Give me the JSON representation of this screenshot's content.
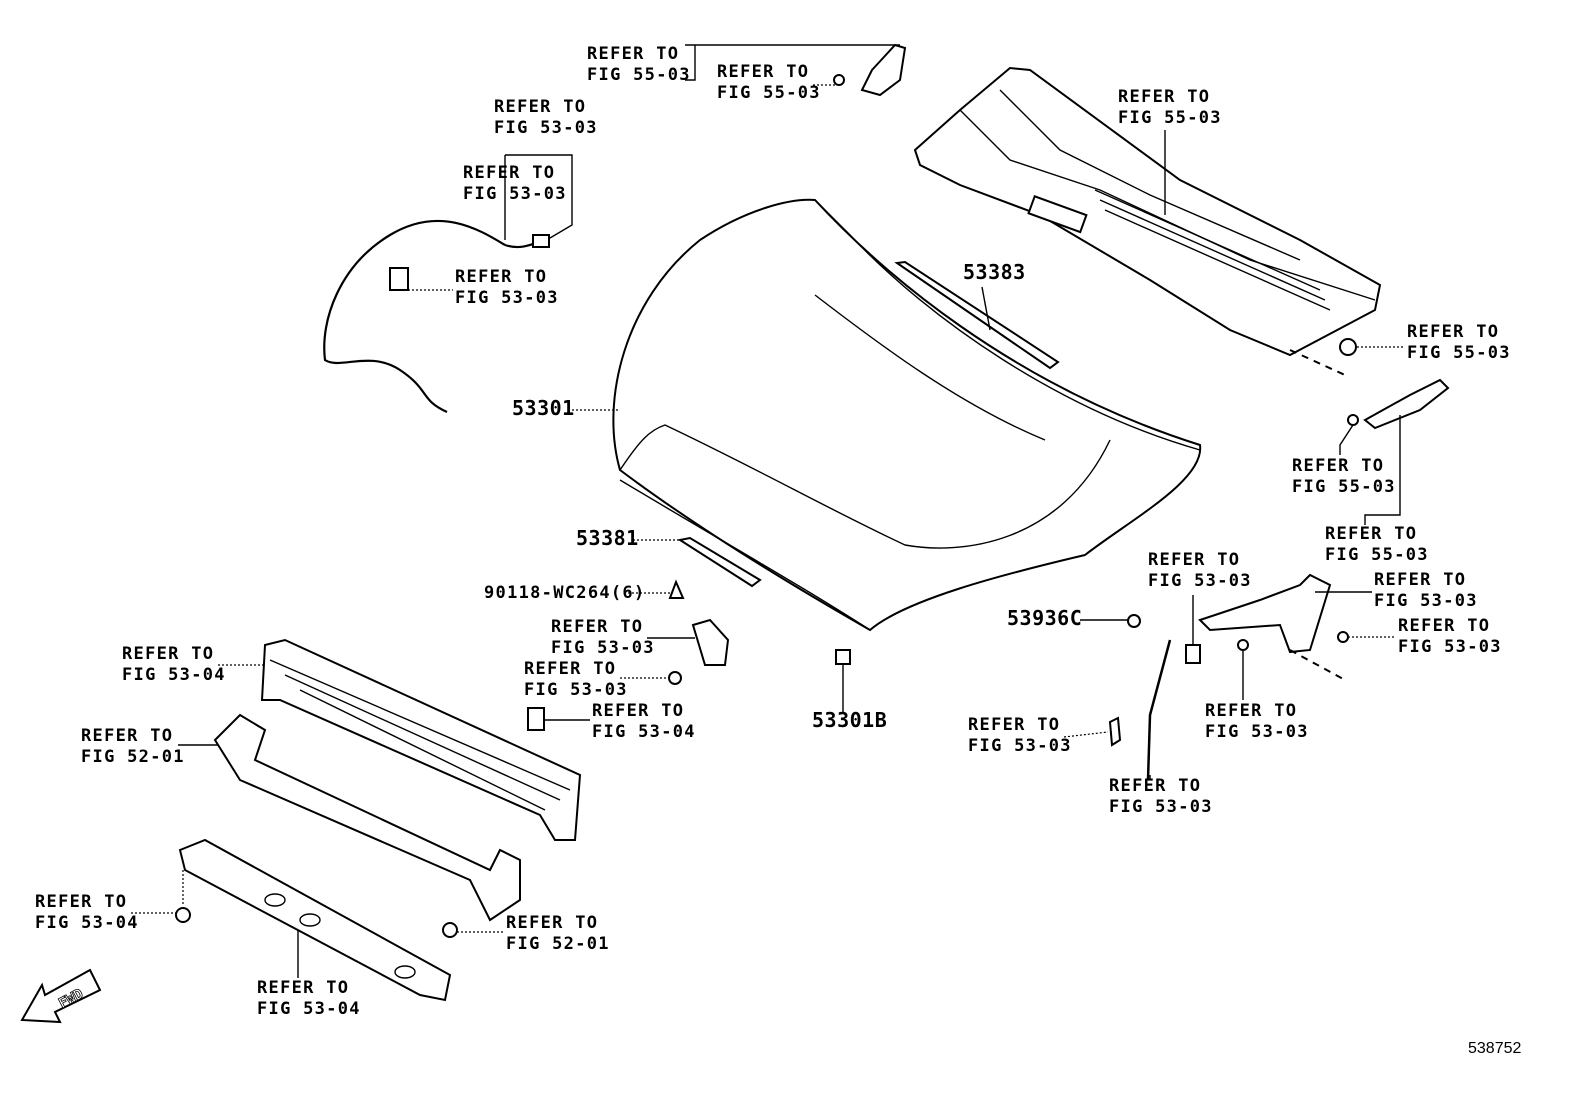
{
  "diagram": {
    "labels": [
      {
        "id": "r1",
        "lines": [
          "REFER TO",
          "FIG 55-03"
        ]
      },
      {
        "id": "r2",
        "lines": [
          "REFER TO",
          "FIG 55-03"
        ]
      },
      {
        "id": "r3",
        "lines": [
          "REFER TO",
          "FIG 53-03"
        ]
      },
      {
        "id": "r4",
        "lines": [
          "REFER TO",
          "FIG 53-03"
        ]
      },
      {
        "id": "r5",
        "lines": [
          "REFER TO",
          "FIG 53-03"
        ]
      },
      {
        "id": "r6",
        "lines": [
          "REFER TO",
          "FIG 55-03"
        ]
      },
      {
        "id": "r8",
        "lines": [
          "REFER TO",
          "FIG 55-03"
        ]
      },
      {
        "id": "r10",
        "lines": [
          "REFER TO",
          "FIG 55-03"
        ]
      },
      {
        "id": "r11",
        "lines": [
          "REFER TO",
          "FIG 55-03"
        ]
      },
      {
        "id": "r14",
        "lines": [
          "REFER TO",
          "FIG 53-03"
        ]
      },
      {
        "id": "r15",
        "lines": [
          "REFER TO",
          "FIG 53-03"
        ]
      },
      {
        "id": "r17",
        "lines": [
          "REFER TO",
          "FIG 53-03"
        ]
      },
      {
        "id": "r18",
        "lines": [
          "REFER TO",
          "FIG 53-03"
        ]
      },
      {
        "id": "r19",
        "lines": [
          "REFER TO",
          "FIG 53-04"
        ]
      },
      {
        "id": "r20",
        "lines": [
          "REFER TO",
          "FIG 53-03"
        ]
      },
      {
        "id": "r22",
        "lines": [
          "REFER TO",
          "FIG 53-04"
        ]
      },
      {
        "id": "r23",
        "lines": [
          "REFER TO",
          "FIG 52-01"
        ]
      },
      {
        "id": "r24",
        "lines": [
          "REFER TO",
          "FIG 53-03"
        ]
      },
      {
        "id": "r25",
        "lines": [
          "REFER TO",
          "FIG 53-03"
        ]
      },
      {
        "id": "r26",
        "lines": [
          "REFER TO",
          "FIG 53-03"
        ]
      },
      {
        "id": "r27",
        "lines": [
          "REFER TO",
          "FIG 53-04"
        ]
      },
      {
        "id": "r28",
        "lines": [
          "REFER TO",
          "FIG 52-01"
        ]
      },
      {
        "id": "r29",
        "lines": [
          "REFER TO",
          "FIG 53-04"
        ]
      }
    ],
    "part_numbers": [
      {
        "id": "p53383",
        "text": "53383"
      },
      {
        "id": "p53301",
        "text": "53301"
      },
      {
        "id": "p53381",
        "text": "53381"
      },
      {
        "id": "p90118",
        "text": "90118-WC264(6)"
      },
      {
        "id": "p53936C",
        "text": "53936C"
      },
      {
        "id": "p53301B",
        "text": "53301B"
      }
    ],
    "fwd_marker": "FWD",
    "catalog_number": "538752"
  }
}
